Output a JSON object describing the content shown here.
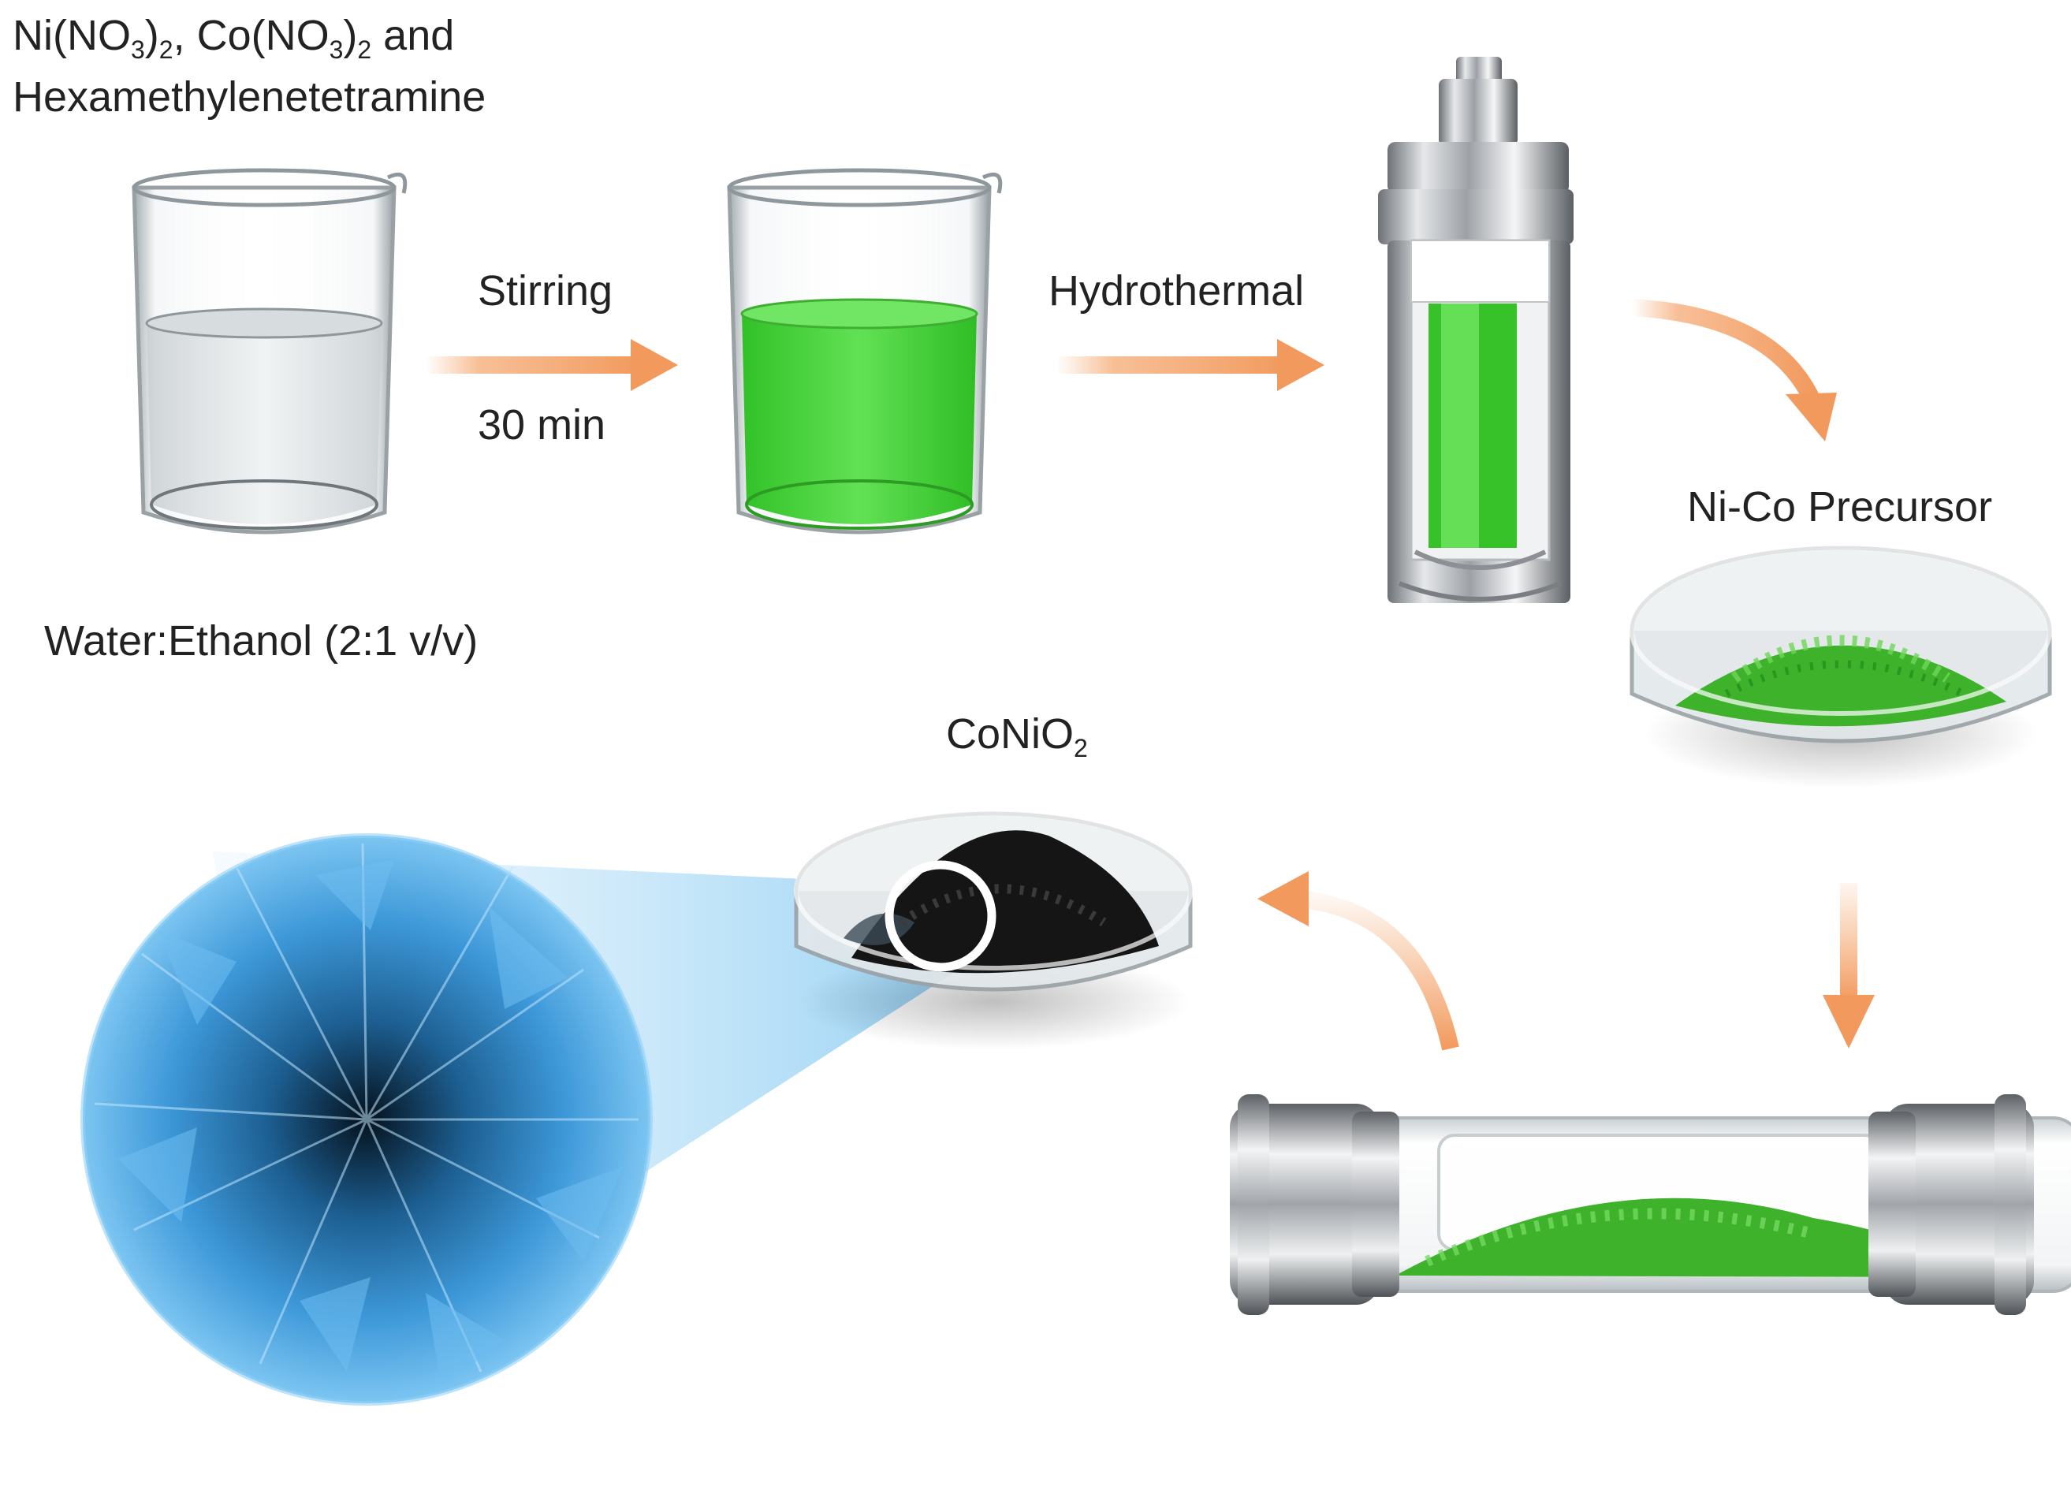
{
  "labels": {
    "reagents_line1": {
      "p1": "Ni(NO",
      "s1": "3",
      "p2": ")",
      "s2": "2",
      "p3": ", Co(NO",
      "s3": "3",
      "p4": ")",
      "s4": "2",
      "p5": " and"
    },
    "reagents_line2": "Hexamethylenetetramine",
    "solvent": "Water:Ethanol (2:1 v/v)",
    "step_stirring": "Stirring",
    "step_time": "30 min",
    "step_hydrothermal": "Hydrothermal",
    "precursor": "Ni-Co Precursor",
    "product": {
      "base": "CoNiO",
      "sub": "2"
    }
  },
  "colors": {
    "arrow": "#f4a46a",
    "green_solution": "#49d43a",
    "green_powder": "#3fb22c",
    "black_powder": "#151515",
    "flower_blue": "#4aa6e6",
    "steel": "#b9bcc0"
  },
  "icons": [
    "beaker-icon",
    "autoclave-icon",
    "petri-dish-icon",
    "tube-furnace-icon",
    "nanoflower-icon",
    "magnifier-circle-icon"
  ]
}
